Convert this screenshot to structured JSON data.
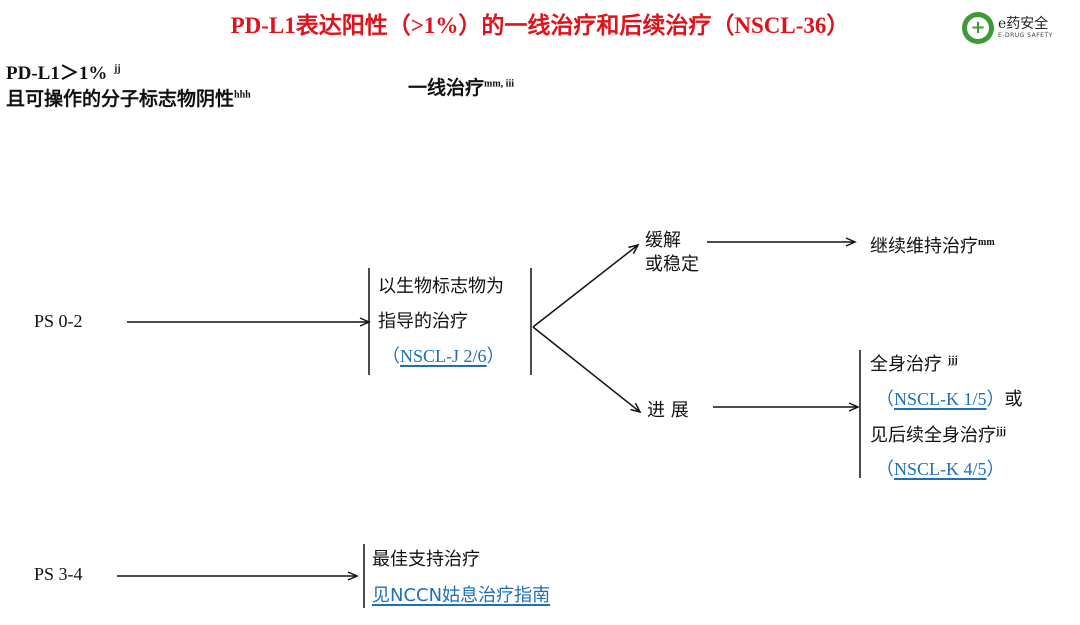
{
  "title": "PD-L1表达阳性（>1%）的一线治疗和后续治疗（NSCL-36）",
  "logo": {
    "cn": "e药安全",
    "en": "E-DRUG SAFETY",
    "icon": "medical-plus-icon"
  },
  "condition": {
    "line1": "PD-L1＞1%",
    "line1_sup": "jj",
    "line2": "且可操作的分子标志物阴性",
    "line2_sup": "hhh"
  },
  "first_line": {
    "label": "一线治疗",
    "sup": "mm, iii"
  },
  "ps02": {
    "label": "PS  0-2"
  },
  "biomarker_box": {
    "line1": "以生物标志物为",
    "line2": "指导的治疗",
    "link": "NSCL-J  2/6"
  },
  "response": {
    "line1": "缓解",
    "line2": "或稳定"
  },
  "maintenance": {
    "label": "继续维持治疗",
    "sup": "mm"
  },
  "progression": {
    "label": "进  展"
  },
  "systemic_box": {
    "line1": "全身治疗",
    "line1_sup": "jjj",
    "link1": "NSCL-K 1/5",
    "or": "或",
    "line3": "见后续全身治疗",
    "line3_sup": "jjj",
    "link2": "NSCL-K 4/5"
  },
  "ps34": {
    "label": "PS  3-4"
  },
  "supportive_box": {
    "line1": "最佳支持治疗",
    "link": "见NCCN姑息治疗指南"
  },
  "colors": {
    "title": "#e0121b",
    "link": "#1f6fb8",
    "logo": "#3e9a38"
  }
}
